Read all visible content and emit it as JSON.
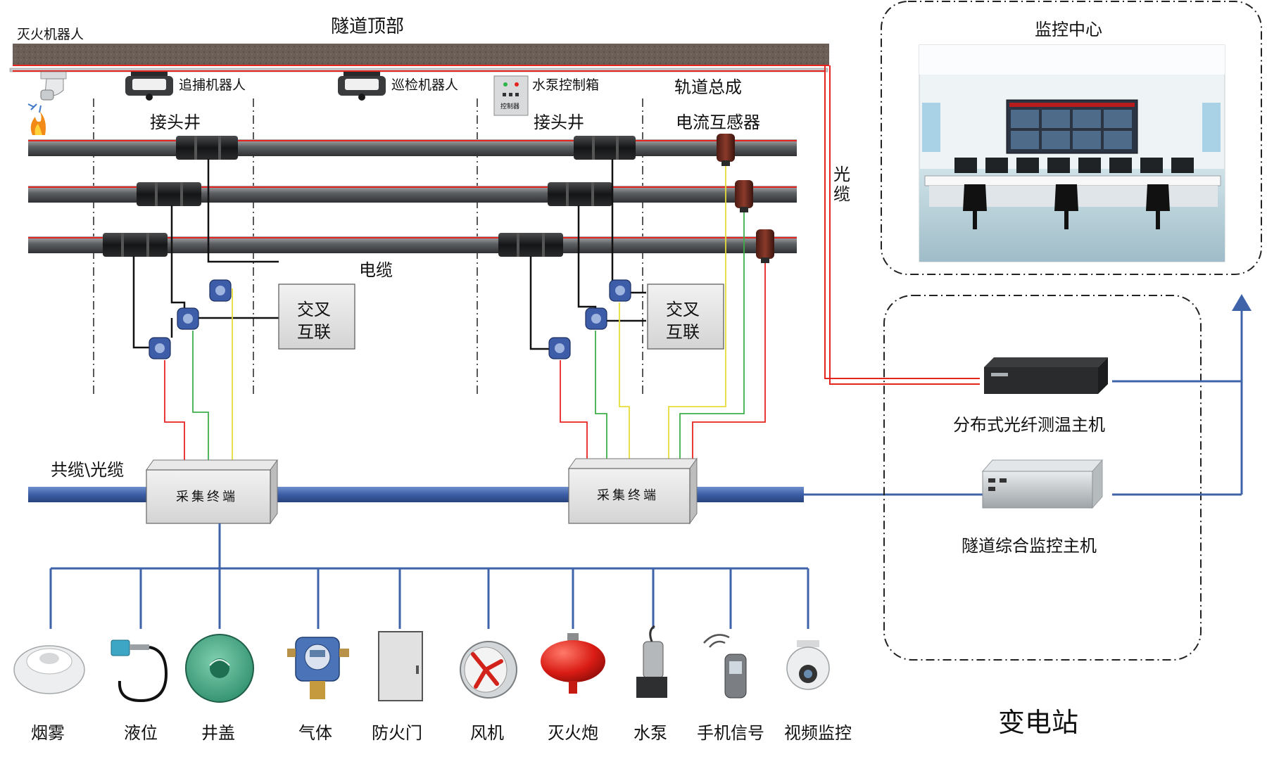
{
  "tunnel": {
    "ceiling_label": "隧道顶部",
    "fire_robot": "灭火机器人",
    "tracking_robot": "追捕机器人",
    "patrol_robot": "巡检机器人",
    "pump_box": "水泵控制箱",
    "pump_box_inner": "控制器",
    "track_assembly": "轨道总成",
    "joint_well_1": "接头井",
    "joint_well_2": "接头井",
    "current_transformer": "电流互感器",
    "optical_cable": "光缆",
    "cable": "电缆",
    "cross_link_1": "交叉互联",
    "cross_link_2": "交叉互联",
    "shared_cable": "共缆\\光缆",
    "terminal_1": "采集终端",
    "terminal_2": "采集终端"
  },
  "station": {
    "monitoring_center": "监控中心",
    "dts_host": "分布式光纤测温主机",
    "monitor_host": "隧道综合监控主机",
    "substation": "变电站"
  },
  "devices": [
    "烟雾",
    "液位",
    "井盖",
    "气体",
    "防火门",
    "风机",
    "灭火炮",
    "水泵",
    "手机信号",
    "视频监控"
  ],
  "colors": {
    "pipe": "#6f7275",
    "red_line": "#e52420",
    "blue_cable": "#3f63a8",
    "sensor_blue": "#3d5da8",
    "yellow_wire": "#e6dc3a",
    "green_wire": "#3fae49"
  }
}
